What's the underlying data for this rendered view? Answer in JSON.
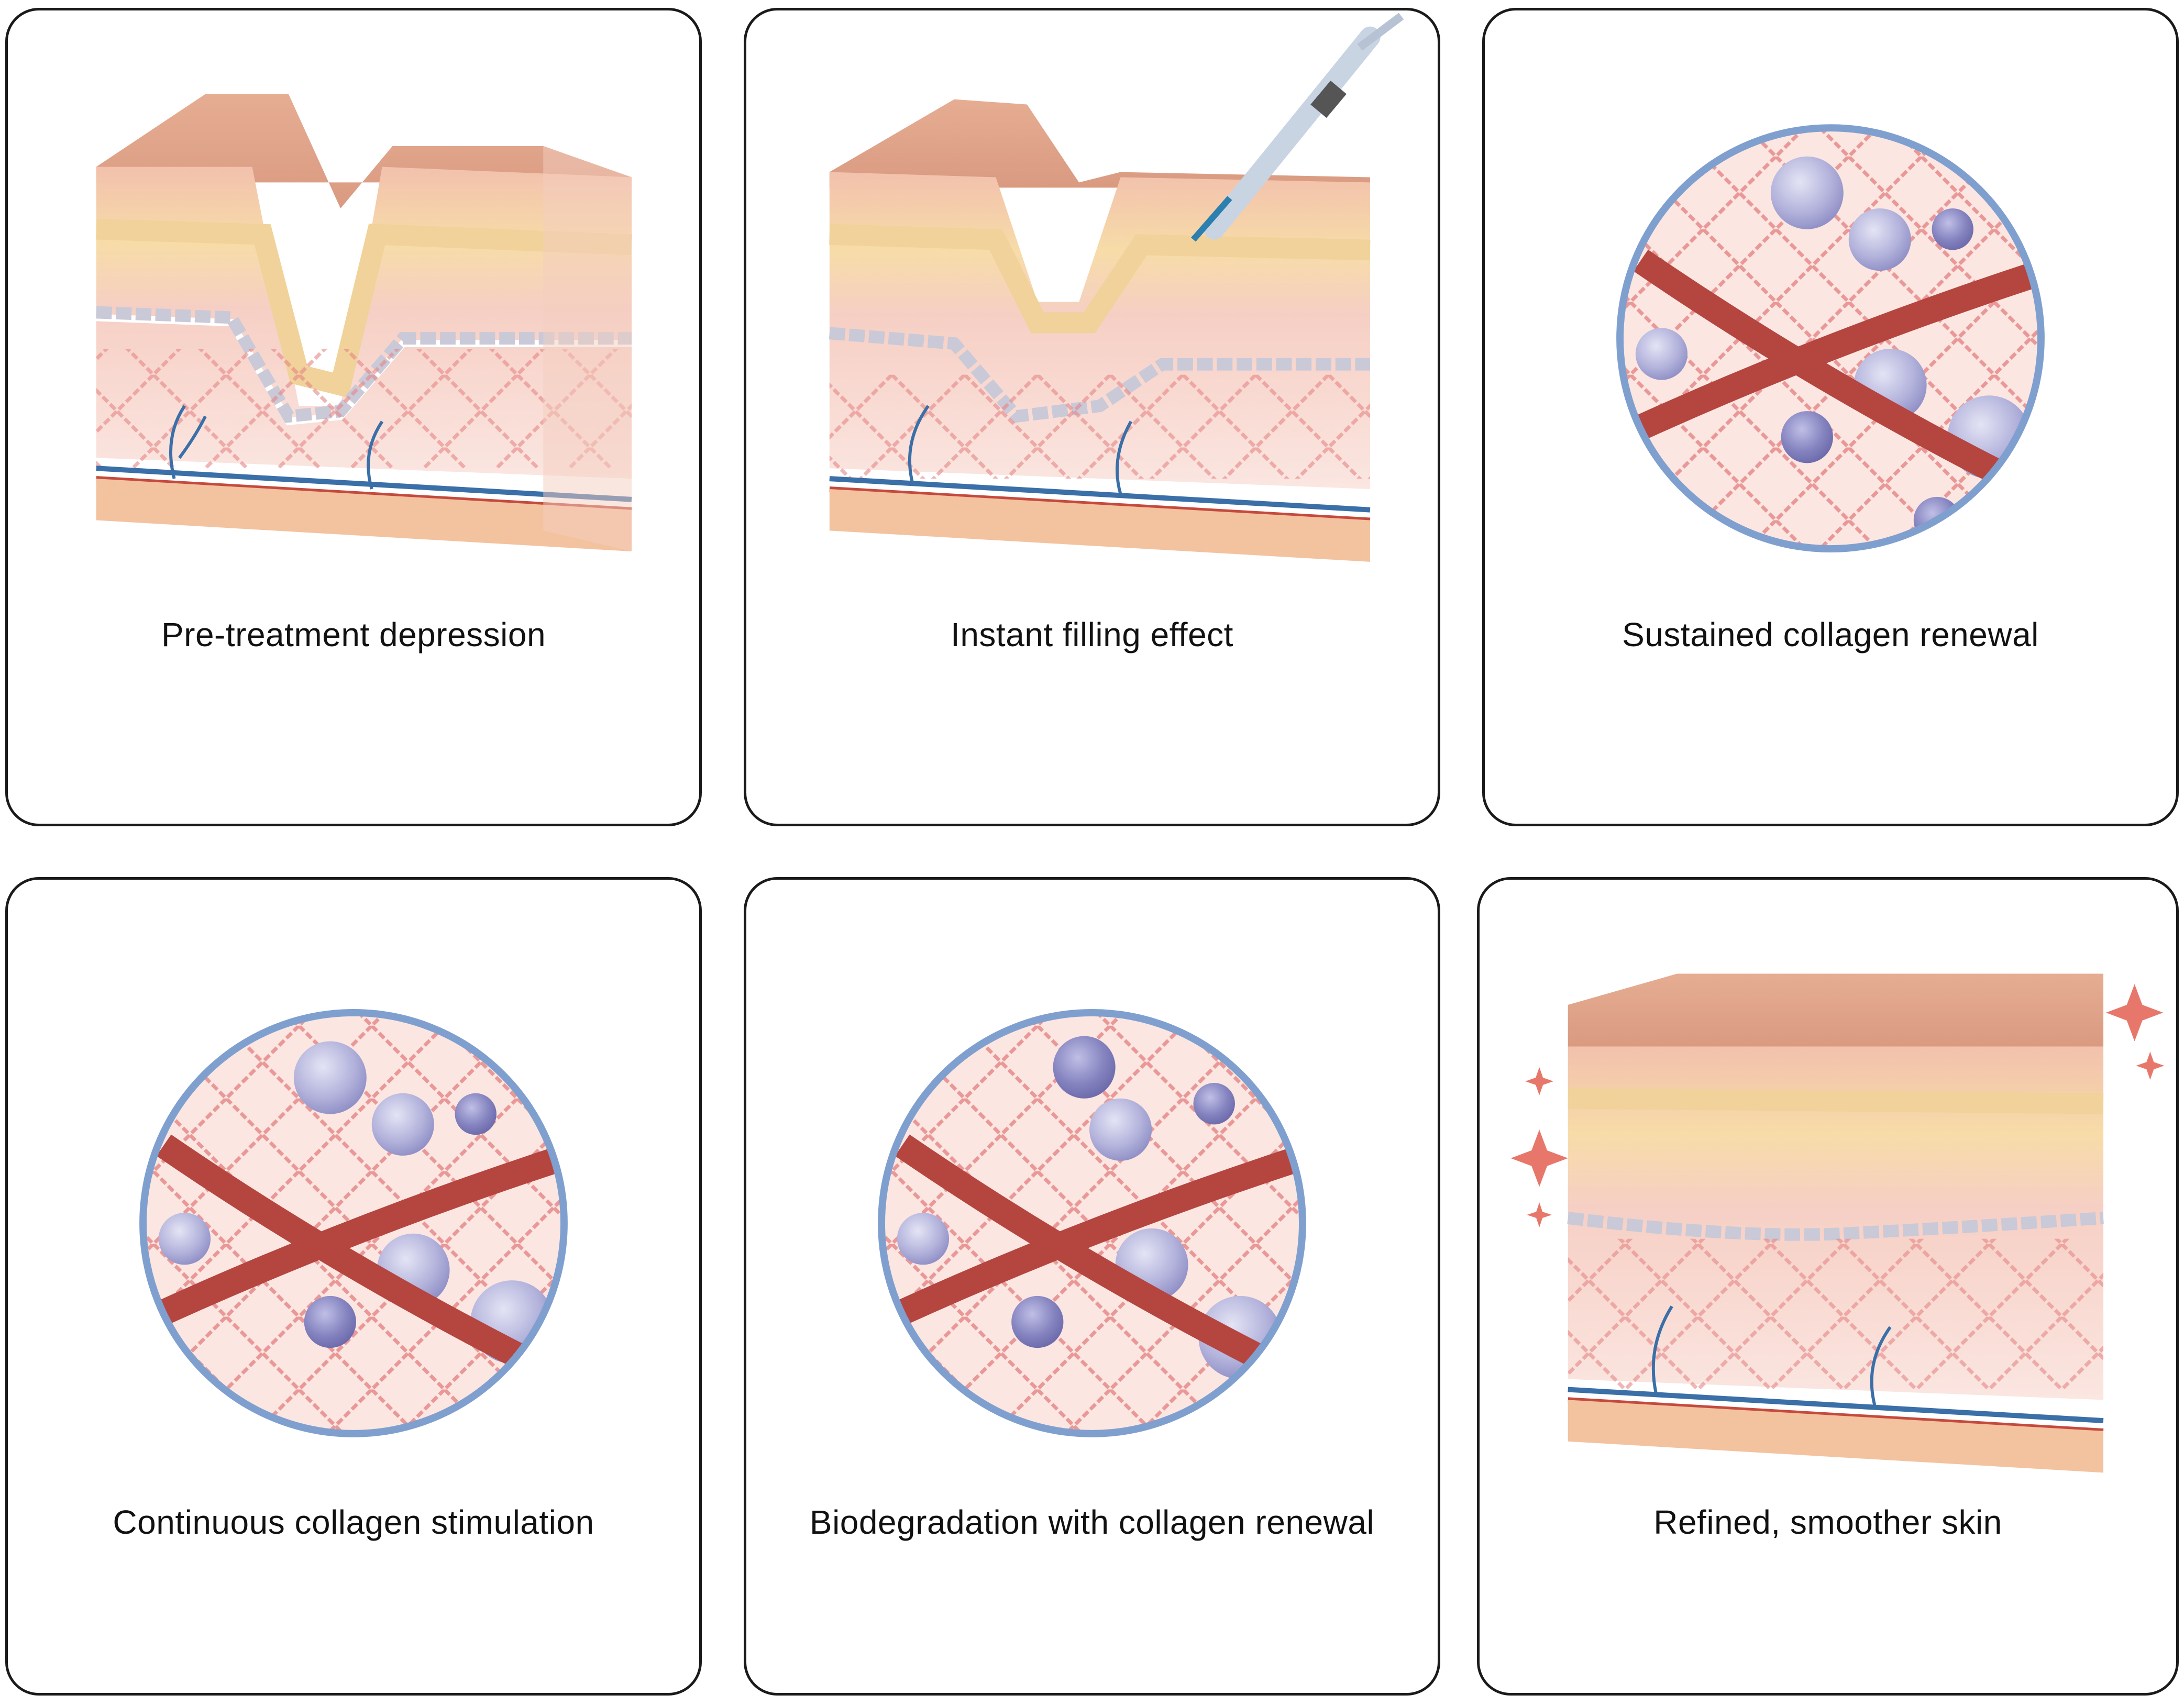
{
  "panels": [
    {
      "caption": "Pre-treatment depression",
      "illustration": "skin-block-depression"
    },
    {
      "caption": "Instant filling effect",
      "illustration": "skin-block-injection"
    },
    {
      "caption": "Sustained collagen renewal",
      "illustration": "collagen-magnified"
    },
    {
      "caption": "Continuous collagen stimulation",
      "illustration": "collagen-magnified"
    },
    {
      "caption": "Biodegradation with collagen renewal",
      "illustration": "collagen-magnified"
    },
    {
      "caption": "Refined, smoother skin",
      "illustration": "skin-block-smooth"
    }
  ],
  "colors": {
    "skin_top": "#e8a98e",
    "skin_layer": "#f6c9b4",
    "fat_layer": "#f7dca8",
    "dermis": "#fbe4df",
    "fiber": "#e07a7a",
    "thick_fiber": "#b5453f",
    "vessel_blue": "#3a6fa8",
    "sphere": "#a9a9d6",
    "circle_border": "#7fa0cf",
    "sparkle": "#e8776b",
    "card_border": "#1a1a1a"
  }
}
